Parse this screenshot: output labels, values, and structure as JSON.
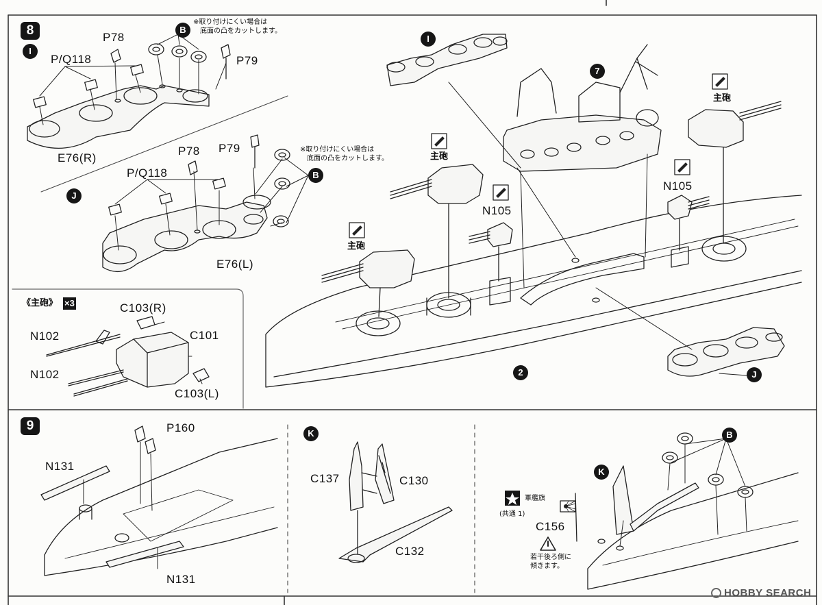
{
  "steps": {
    "step8": "8",
    "step9": "9"
  },
  "subassemblies": {
    "I": "I",
    "J": "J",
    "K": "K",
    "B": "B",
    "seven": "7",
    "two": "2"
  },
  "part_labels": {
    "p78_a": "P78",
    "pq118_a": "P/Q118",
    "p79_a": "P79",
    "e76r": "E76(R)",
    "p78_b": "P78",
    "p79_b": "P79",
    "pq118_b": "P/Q118",
    "e76l": "E76(L)",
    "n105_a": "N105",
    "n105_b": "N105",
    "c103r": "C103(R)",
    "c101": "C101",
    "n102_a": "N102",
    "n102_b": "N102",
    "c103l": "C103(L)",
    "n131_a": "N131",
    "n131_b": "N131",
    "p160": "P160",
    "c137": "C137",
    "c130": "C130",
    "c132": "C132",
    "c156": "C156"
  },
  "notes": {
    "cut_note_1": "※取り付けにくい場合は\n　底面の凸をカットします。",
    "cut_note_2": "※取り付けにくい場合は\n　底面の凸をカットします。",
    "main_gun_1": "主砲",
    "main_gun_2": "主砲",
    "main_gun_3": "主砲",
    "main_gun_box": "《主砲》",
    "times3": "×3",
    "flag": "軍艦旗",
    "common1": "(共通 1)",
    "lean_back": "若干後ろ側に\n傾きます。"
  },
  "watermark": {
    "text": "HOBBY SEARCH"
  },
  "icons": [
    "paint-icon",
    "warning-icon",
    "star-icon",
    "rising-sun-flag-icon"
  ]
}
